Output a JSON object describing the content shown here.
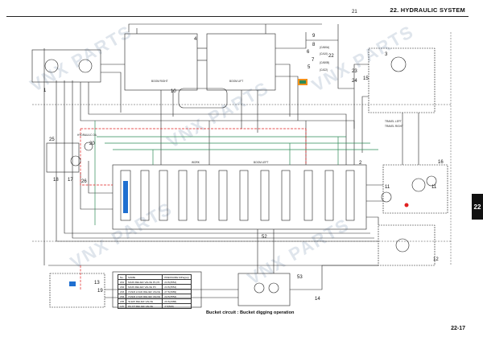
{
  "header": {
    "section_title": "22. HYDRAULIC SYSTEM"
  },
  "section_tab": "22",
  "caption": "Bucket circuit : Bucket digging operation",
  "page_number": "22-17",
  "watermark": "VNX PARTS",
  "callouts": {
    "c1": "1",
    "c2": "2",
    "c3": "3",
    "c4": "4",
    "c5": "5",
    "c6": "6",
    "c7": "7",
    "c8": "8",
    "c9": "9",
    "c10": "10",
    "c11": "11",
    "c11b": "11",
    "c12": "12",
    "c13": "13",
    "c14": "14",
    "c15": "15",
    "c16": "16",
    "c17": "17",
    "c18": "18",
    "c19": "19",
    "c20": "20",
    "c21": "21",
    "c22": "22",
    "c23": "23",
    "c24": "24",
    "c25": "25",
    "c26": "26",
    "c52": "52",
    "c53": "53"
  },
  "port_labels": {
    "ca50a": "(CA50A)",
    "ca50b": "(CA50B)",
    "ca10": "(CA10)",
    "ca22": "(CA22)",
    "boom_right": "BOOM RIGHT",
    "hydraulic_oil": "HYDRAULIC OIL",
    "work": "WORK",
    "boom_lift": "BOOM LIFT",
    "travel_left": "TRAVEL LEFT",
    "travel_right": "TRAVEL RIGHT",
    "boom_left": "BOOM LEFT"
  },
  "relief_table": {
    "headers": [
      "No.",
      "NAME",
      "PRESSURE MPa(psi)"
    ],
    "rows": [
      [
        "201",
        "MAIN RELIEF VALVE P1,P2",
        "24.5(3554)"
      ],
      [
        "202",
        "MAIN RELIEF VALVE P3",
        "24.5(3554)"
      ],
      [
        "203",
        "OVER LOAD RELIEF VALVE",
        "27.5(3989)"
      ],
      [
        "204",
        "OVER LOAD RELIEF VALVE",
        "24.5(3554)"
      ],
      [
        "205",
        "SLEW RELIEF VALVE",
        "20.6(2988)"
      ],
      [
        "115",
        "PILOT RELIEF VALVE",
        "3.5(508)"
      ]
    ]
  },
  "colors": {
    "accent_green": "#2e8b57",
    "highlight_red": "#e02020",
    "highlight_orange": "#f0901a",
    "highlight_blue": "#1f6fd0",
    "tab_black": "#111111"
  }
}
